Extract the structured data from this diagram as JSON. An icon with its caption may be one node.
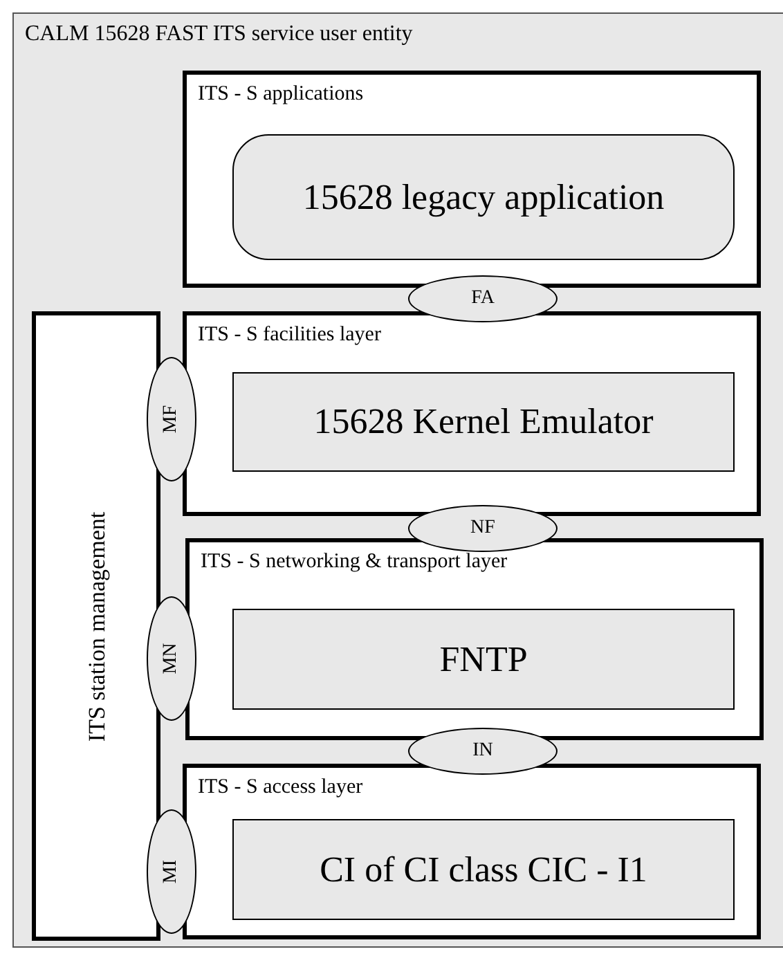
{
  "diagram": {
    "nodes": [
      {
        "text": [
          "CALM 15628 FAST ITS service user entity"
        ]
      },
      {
        "text": [
          "ITS - S applications"
        ],
        "in": 0
      },
      {
        "text": [
          "15628 legacy application"
        ],
        "in": 1
      },
      {
        "text": [
          "FA"
        ],
        "in": 0
      },
      {
        "text": [
          "ITS station management"
        ],
        "in": 0
      },
      {
        "text": [
          "ITS - S facilities layer"
        ],
        "in": 0
      },
      {
        "text": [
          "15628 Kernel Emulator"
        ],
        "in": 5
      },
      {
        "text": [
          "MF"
        ],
        "in": 0
      },
      {
        "text": [
          "NF"
        ],
        "in": 0
      },
      {
        "text": [
          "ITS - S networking & transport layer"
        ],
        "in": 0
      },
      {
        "text": [
          "FNTP"
        ],
        "in": 9
      },
      {
        "text": [
          "MN"
        ],
        "in": 0
      },
      {
        "text": [
          "IN"
        ],
        "in": 0
      },
      {
        "text": [
          "ITS - S access layer"
        ],
        "in": 0
      },
      {
        "text": [
          "CI of CI class CIC - I1"
        ],
        "in": 13
      },
      {
        "text": [
          "MI"
        ],
        "in": 0
      }
    ]
  }
}
